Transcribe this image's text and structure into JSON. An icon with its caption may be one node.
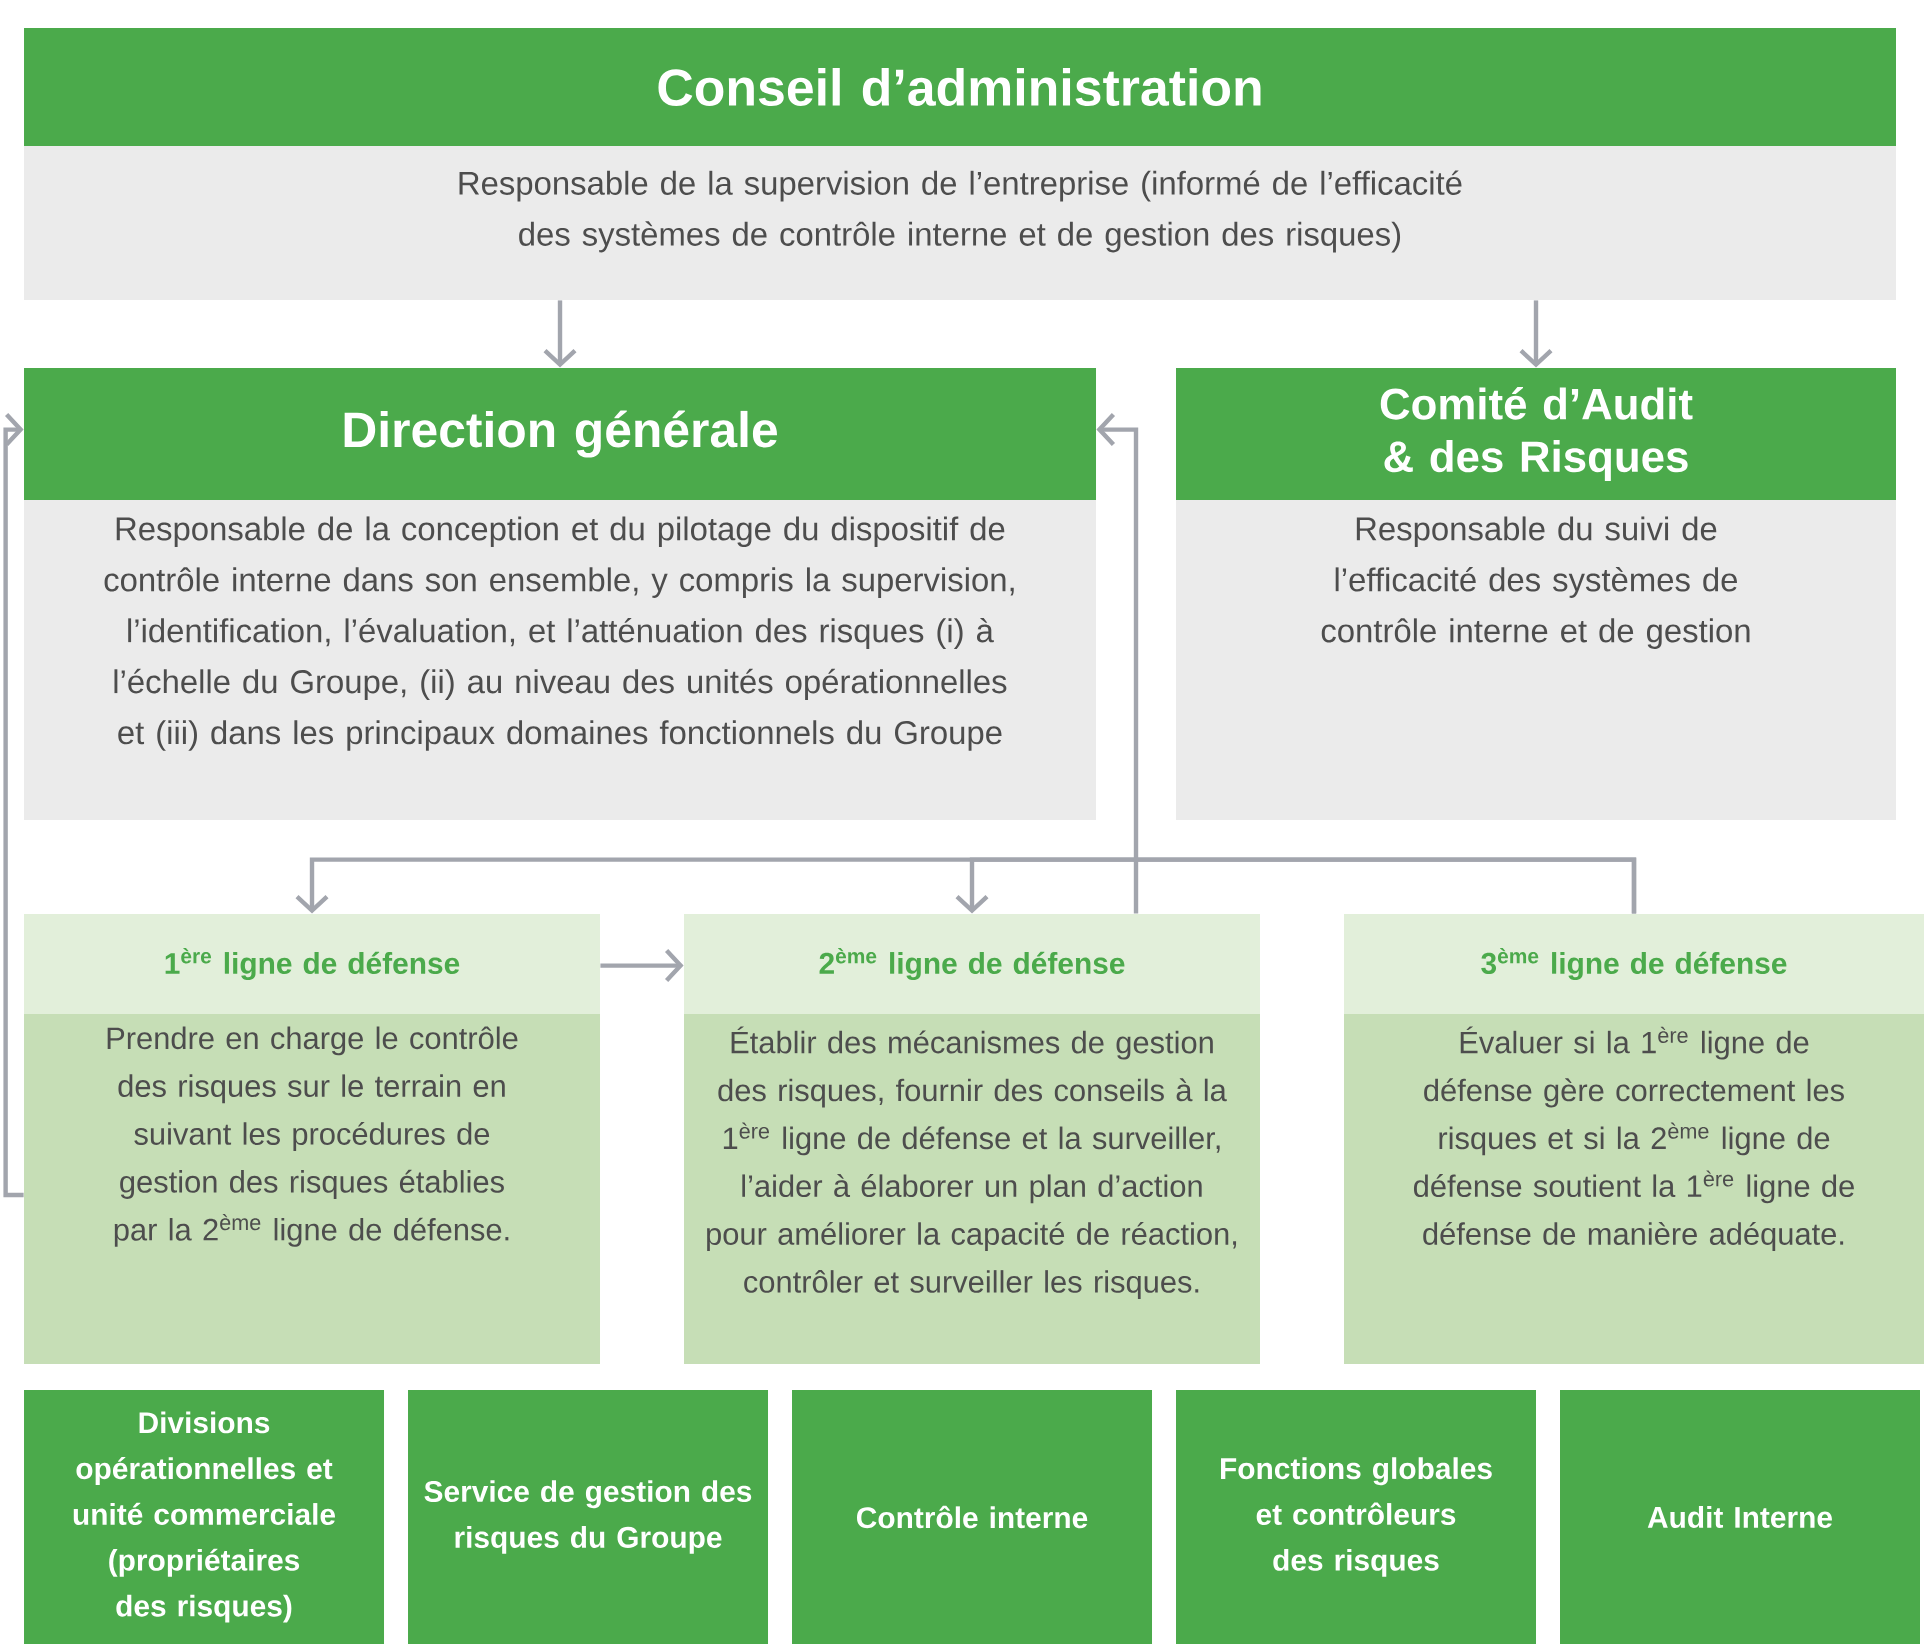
{
  "diagram": {
    "nodes": [
      {
        "text": [
          "Conseil d’administration",
          "Responsable de la supervision de l’entreprise (informé de l’efficacité des systèmes de contrôle interne et de gestion des risques)"
        ]
      },
      {
        "text": [
          "Direction générale",
          "Responsable de la conception et du pilotage du dispositif de contrôle interne dans son ensemble, y compris la supervision, l’identification, l’évaluation, et l’atténuation des risques (i) à l’échelle du Groupe, (ii) au niveau des unités opérationnelles et (iii) dans les principaux domaines fonctionnels du Groupe"
        ]
      },
      {
        "text": [
          "Comité d’Audit & des Risques",
          "Responsable du suivi de l’efficacité des systèmes de contrôle interne et de gestion"
        ]
      },
      {
        "text": [
          "1$^{ère}$ ligne de défense",
          "Prendre en charge le contrôle des risques sur le terrain en suivant les procédures de gestion des risques établies par la 2$^{ème}$ ligne de défense."
        ]
      },
      {
        "text": [
          "2$^{ème}$ ligne de défense",
          "Établir des mécanismes de gestion des risques, fournir des conseils à la 1$^{ère}$ ligne de défense et la surveiller, l’aider à élaborer un plan d’action pour améliorer la capacité de réaction, contrôler et surveiller les risques."
        ]
      },
      {
        "text": [
          "3$^{ème}$ ligne de défense",
          "Évaluer si la 1$^{ère}$ ligne de défense gère correctement les risques et si la 2$^{ème}$ ligne de défense soutient la 1$^{ère}$ ligne de défense de manière adéquate."
        ]
      },
      {
        "text": [
          "Divisions opérationnelles et unité commerciale (propriétaires des risques)"
        ]
      },
      {
        "text": [
          "Service de gestion des risques du Groupe"
        ]
      },
      {
        "text": [
          "Contrôle interne"
        ]
      },
      {
        "text": [
          "Fonctions globales et contrôleurs des risques"
        ]
      },
      {
        "text": [
          "Audit Interne"
        ]
      }
    ],
    "edges": [
      {
        "from": 0,
        "to": 1,
        "arrow": "to"
      },
      {
        "from": 0,
        "to": 2,
        "arrow": "to"
      },
      {
        "from": 5,
        "to": 3,
        "arrow": "to"
      },
      {
        "from": 5,
        "to": 4,
        "arrow": "to"
      },
      {
        "from": 4,
        "to": 1,
        "arrow": "to"
      },
      {
        "from": 3,
        "to": 4,
        "arrow": "to"
      },
      {
        "from": 3,
        "to": 1,
        "arrow": "to"
      }
    ]
  }
}
